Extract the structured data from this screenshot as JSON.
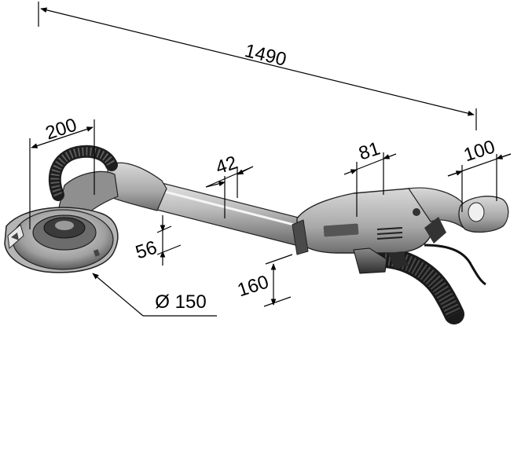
{
  "dimensions": {
    "overall_length": "1490",
    "head_width": "200",
    "tube_diameter": "42",
    "motor_width": "81",
    "handle_width": "100",
    "head_height": "56",
    "body_height": "160",
    "pad_diameter": "Ø 150"
  }
}
